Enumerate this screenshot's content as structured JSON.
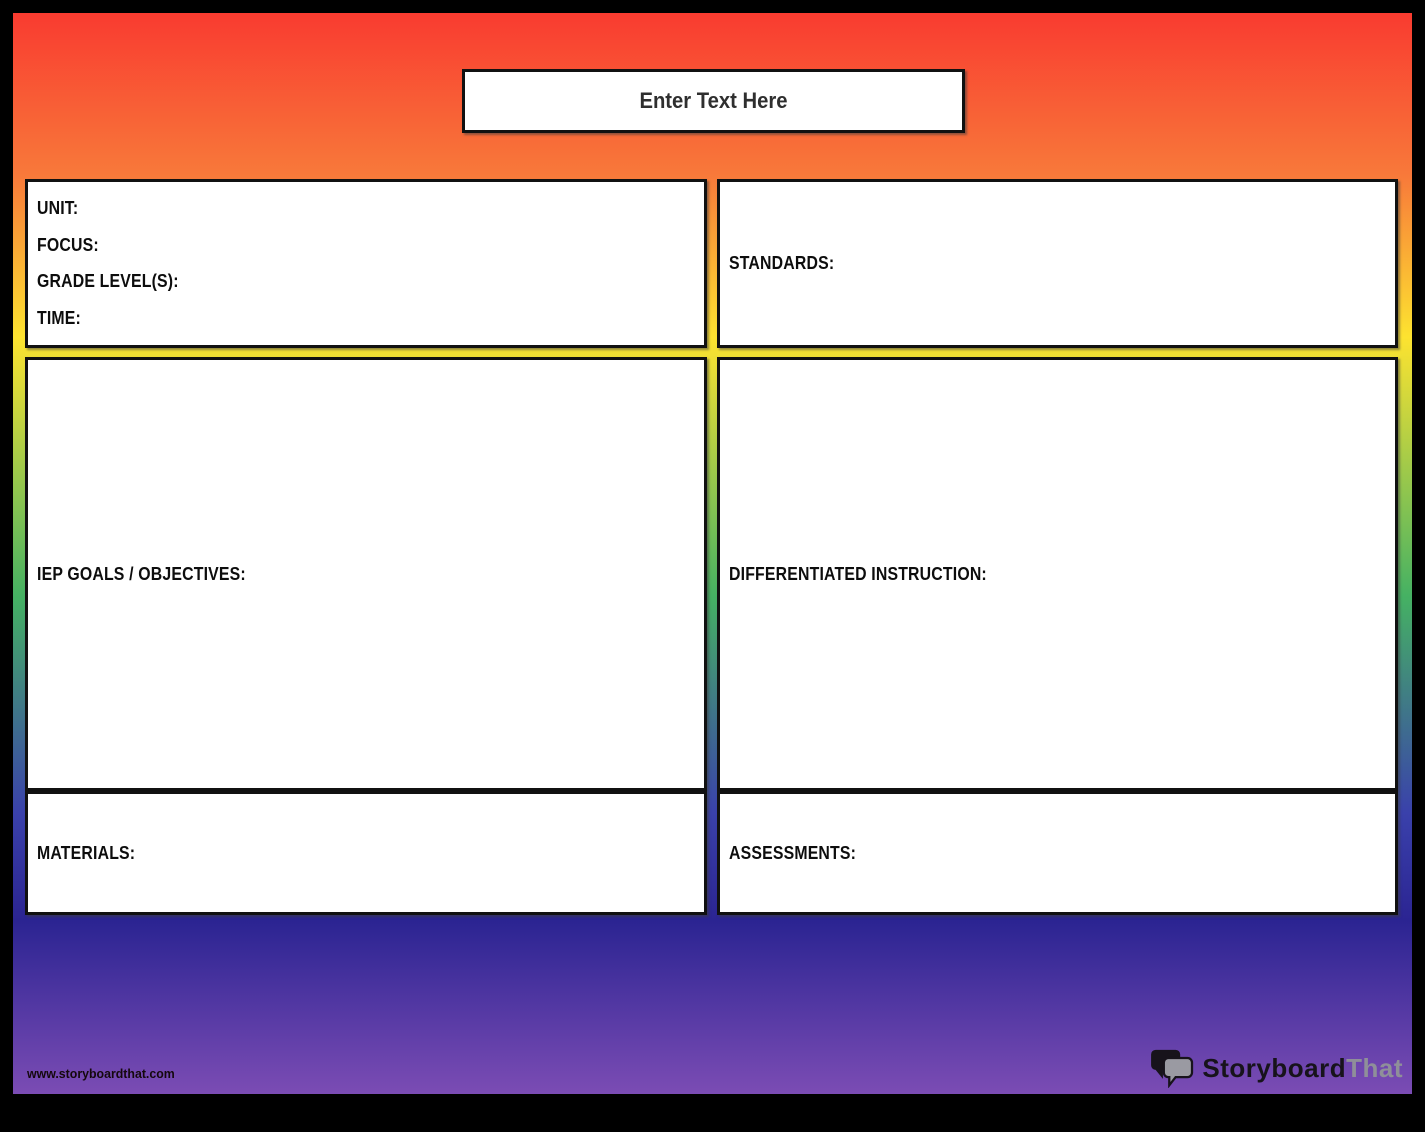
{
  "title_placeholder": "Enter Text Here",
  "info_box": {
    "unit": "UNIT:",
    "focus": "FOCUS:",
    "grade": "GRADE LEVEL(S):",
    "time": "TIME:"
  },
  "boxes": {
    "standards": "STANDARDS:",
    "iep_goals": "IEP GOALS / OBJECTIVES:",
    "differentiated": "DIFFERENTIATED INSTRUCTION:",
    "materials": "MATERIALS:",
    "assessments": "ASSESSMENTS:"
  },
  "footer": {
    "url": "www.storyboardthat.com",
    "logo_part1": "Storyboard",
    "logo_part2": "That"
  },
  "colors": {
    "gradient_stops": [
      "#f93b30",
      "#f8793a",
      "#fde330",
      "#45b163",
      "#3a41ab",
      "#2b2492",
      "#7b4cb4"
    ],
    "frame": "#000000",
    "box_bg": "#ffffff",
    "box_border": "#111111",
    "logo_dark": "#17131b",
    "logo_gray": "#8f8f99"
  }
}
